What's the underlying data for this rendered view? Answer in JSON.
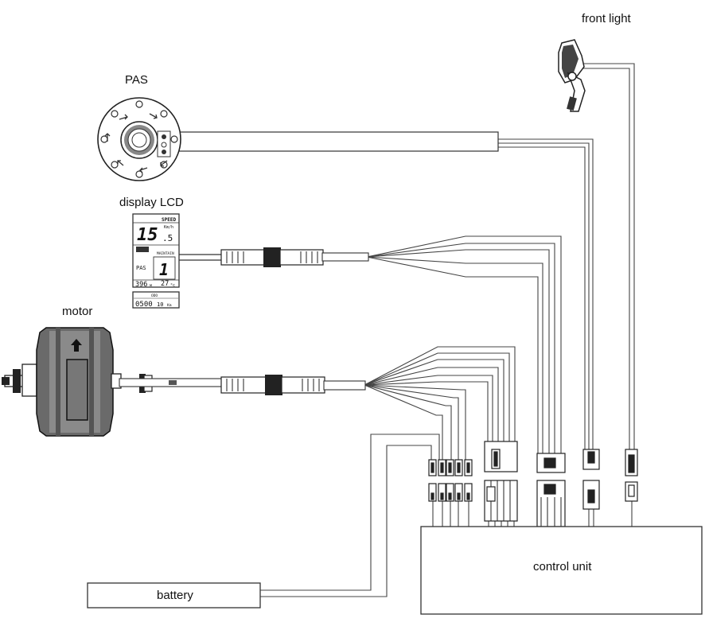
{
  "labels": {
    "front_light": "front light",
    "pas": "PAS",
    "display": "display LCD",
    "motor": "motor",
    "control_unit": "control unit",
    "battery": "battery"
  },
  "lcd": {
    "speed_title": "SPEED",
    "speed_value": "15",
    "speed_decimal": ".5",
    "speed_unit": "Km/h",
    "brand": "MAINTAIN",
    "pas_label": "PAS",
    "pas_level": "1",
    "power": "396",
    "power_unit": "w",
    "temperature": "27",
    "temperature_unit": "°c",
    "odo_label": "ODO",
    "odo_value": "0500",
    "odo_decimal": "10",
    "odo_unit": "Km"
  }
}
